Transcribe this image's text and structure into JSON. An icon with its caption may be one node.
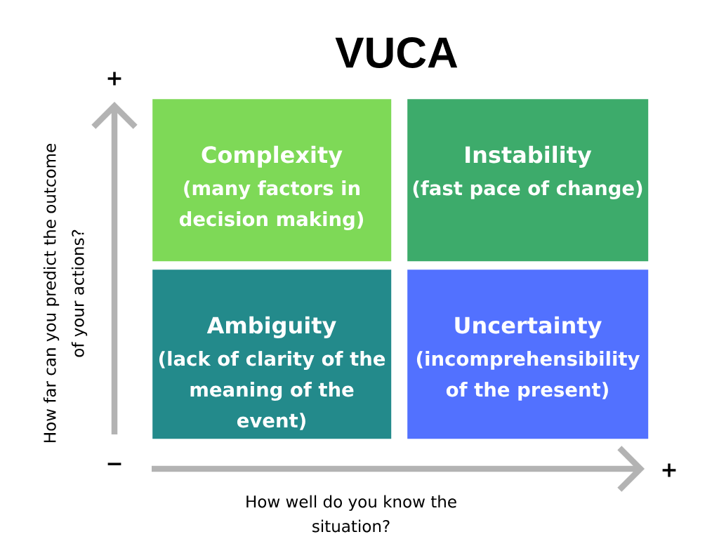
{
  "diagram": {
    "title": "VUCA",
    "nodes": [
      {
        "text": [
          "Complexity",
          "(many factors in decision making)"
        ]
      },
      {
        "text": [
          "Instability",
          "(fast pace of change)"
        ]
      },
      {
        "text": [
          "Ambiguity",
          "(lack of clarity of the meaning of the event)"
        ]
      },
      {
        "text": [
          "Uncertainty",
          "(incomprehensibility of the present)"
        ]
      }
    ],
    "labels": [
      "+",
      "How far can you predict the outcome of your actions?",
      "−",
      "+",
      "How well do you know the situation?"
    ]
  }
}
